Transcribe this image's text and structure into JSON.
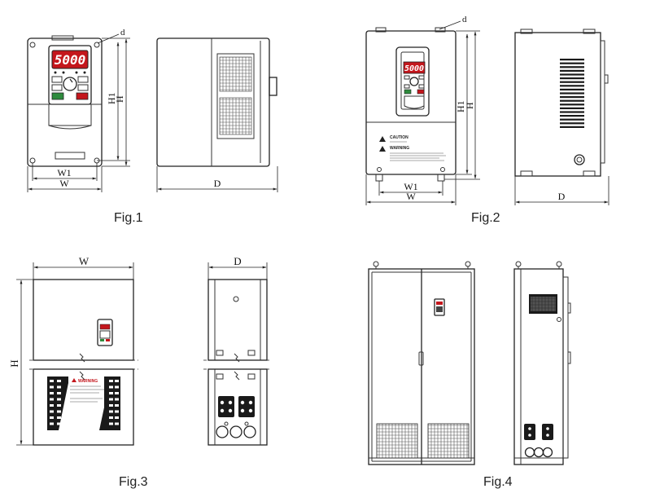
{
  "figures": [
    {
      "caption": "Fig.1",
      "labels": {
        "d": "d",
        "h1": "H1",
        "h": "H",
        "w1": "W1",
        "w": "W",
        "depth": "D"
      },
      "display": "5000"
    },
    {
      "caption": "Fig.2",
      "labels": {
        "d": "d",
        "h1": "H1",
        "h": "H",
        "w1": "W1",
        "w": "W",
        "depth": "D"
      },
      "display": "5000"
    },
    {
      "caption": "Fig.3",
      "labels": {
        "w": "W",
        "h": "H",
        "depth": "D"
      }
    },
    {
      "caption": "Fig.4"
    }
  ],
  "panel_text": {
    "caution_title": "CAUTION",
    "warning_title": "WARNING",
    "warning_fig3": "WARNING"
  },
  "colors": {
    "display_bg": "#c4161c",
    "button_green": "#2e8b3d",
    "button_red": "#c4161c",
    "line": "#222222"
  }
}
